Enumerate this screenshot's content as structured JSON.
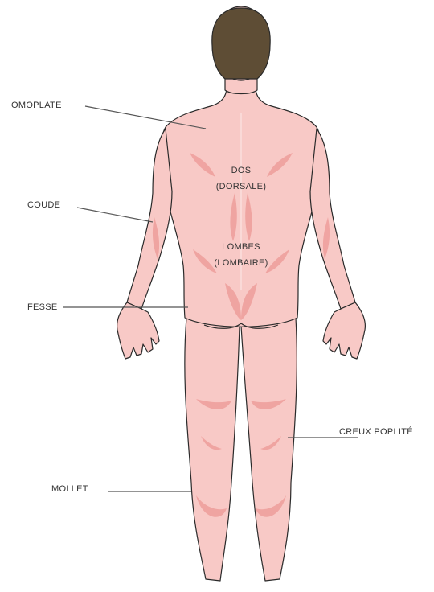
{
  "colors": {
    "skin": "#f8c9c6",
    "skin_shade": "#ee9e9b",
    "outline": "#2a2a2a",
    "hair": "#5e4d35",
    "label_text": "#333333"
  },
  "labels": {
    "omoplate": "OMOPLATE",
    "coude": "COUDE",
    "fesse": "FESSE",
    "mollet": "MOLLET",
    "creux_poplite": "CREUX POPLITÉ",
    "dos": "DOS",
    "dorsale": "(DORSALE)",
    "lombes": "LOMBES",
    "lombaire": "(LOMBAIRE)"
  }
}
